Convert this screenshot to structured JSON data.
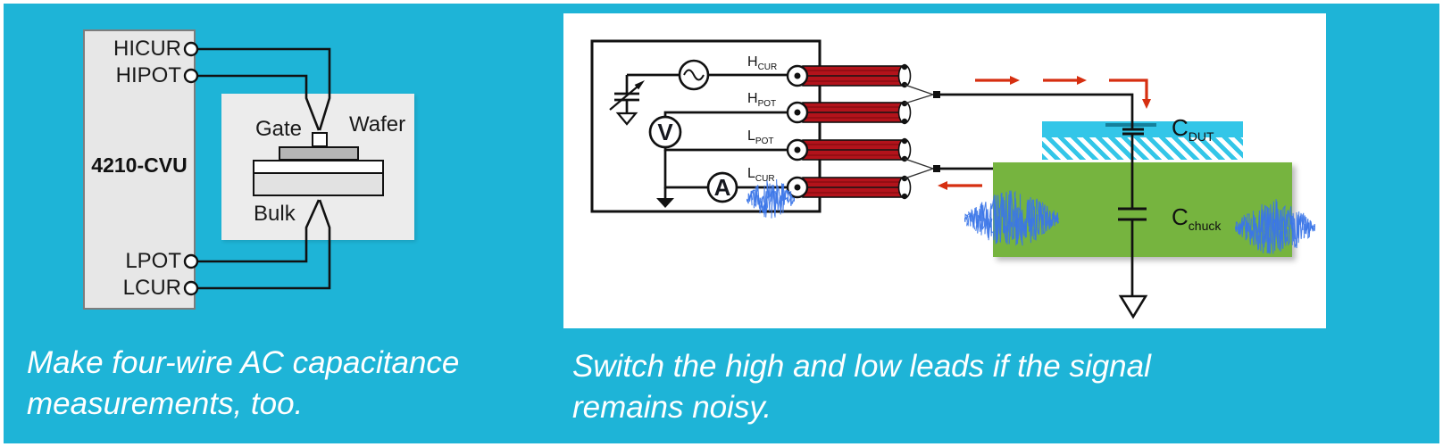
{
  "colors": {
    "bg-cyan": "#1eb4d7",
    "cdut-cyan": "#33c6e8",
    "teal-bar": "#15809c",
    "chuck-green": "#76b43f",
    "cable-red": "#b3131b",
    "cable-dark": "#8c0d13",
    "arrow-red": "#d62f10",
    "noise-blue": "#3b76e8"
  },
  "left_diagram": {
    "instrument": "4210-CVU",
    "terminal_hicur": "HICUR",
    "terminal_hipot": "HIPOT",
    "terminal_lpot": "LPOT",
    "terminal_lcur": "LCUR",
    "label_gate": "Gate",
    "label_wafer": "Wafer",
    "label_bulk": "Bulk",
    "caption_line1": "Make four-wire AC capacitance",
    "caption_line2": "measurements, too."
  },
  "right_diagram": {
    "terminal_hcur_main": "H",
    "terminal_hcur_sub": "CUR",
    "terminal_hpot_main": "H",
    "terminal_hpot_sub": "POT",
    "terminal_lpot_main": "L",
    "terminal_lpot_sub": "POT",
    "terminal_lcur_main": "L",
    "terminal_lcur_sub": "CUR",
    "voltmeter": "V",
    "ammeter": "A",
    "cdut_main": "C",
    "cdut_sub": "DUT",
    "cchuck_main": "C",
    "cchuck_sub": "chuck",
    "caption_line1": "Switch the high and low leads if the signal",
    "caption_line2": "remains noisy."
  }
}
